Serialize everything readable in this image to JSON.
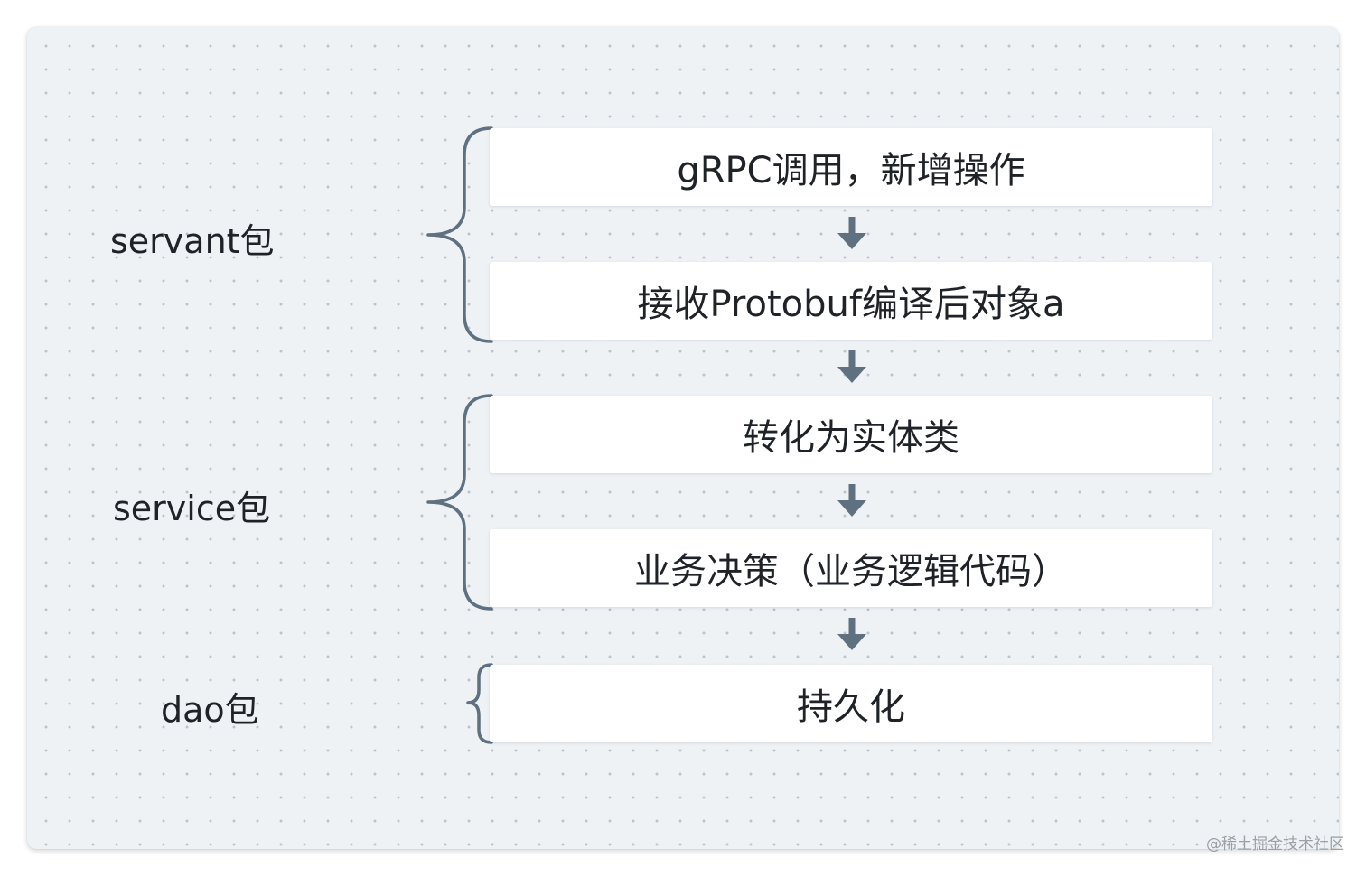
{
  "packages": {
    "servant": "servant包",
    "service": "service包",
    "dao": "dao包"
  },
  "steps": [
    "gRPC调用，新增操作",
    "接收Protobuf编译后对象a",
    "转化为实体类",
    "业务决策（业务逻辑代码）",
    "持久化"
  ],
  "watermark": "@稀土掘金技术社区",
  "colors": {
    "canvas_bg": "#eef2f5",
    "box_bg": "#ffffff",
    "bracket": "#5f7080",
    "arrow": "#5f7080",
    "text": "#1f2227"
  }
}
